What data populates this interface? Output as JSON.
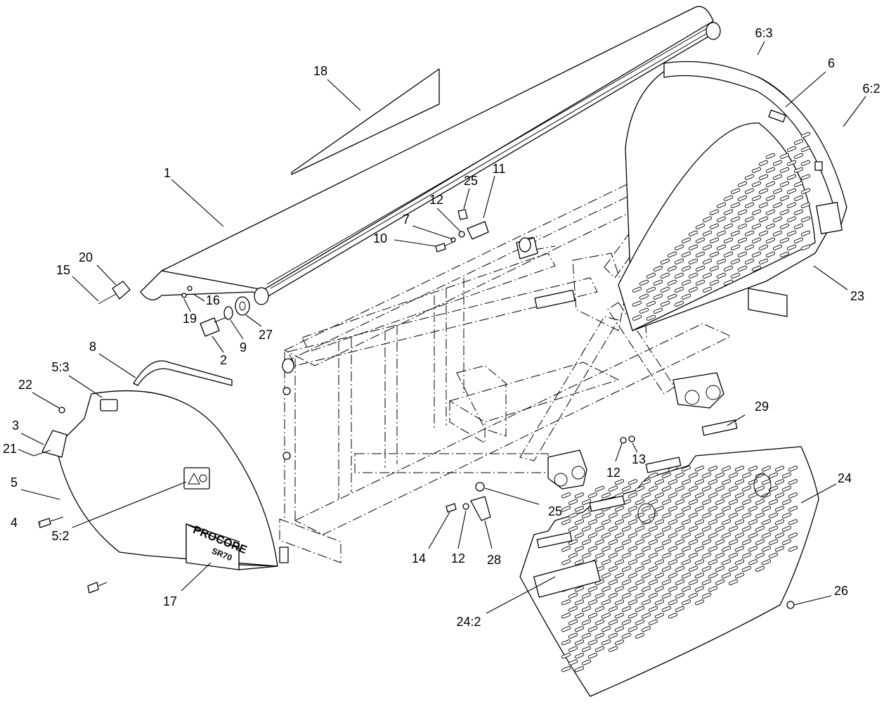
{
  "brand": {
    "name": "PROCORE",
    "model": "SR70"
  },
  "callouts": [
    {
      "id": "c1",
      "label": "1"
    },
    {
      "id": "c2",
      "label": "2"
    },
    {
      "id": "c3",
      "label": "3"
    },
    {
      "id": "c4",
      "label": "4"
    },
    {
      "id": "c5",
      "label": "5"
    },
    {
      "id": "c5-2",
      "label": "5:2"
    },
    {
      "id": "c5-3",
      "label": "5:3"
    },
    {
      "id": "c6",
      "label": "6"
    },
    {
      "id": "c6-2",
      "label": "6:2"
    },
    {
      "id": "c6-3",
      "label": "6:3"
    },
    {
      "id": "c7",
      "label": "7"
    },
    {
      "id": "c8",
      "label": "8"
    },
    {
      "id": "c9",
      "label": "9"
    },
    {
      "id": "c10",
      "label": "10"
    },
    {
      "id": "c11",
      "label": "11"
    },
    {
      "id": "c12a",
      "label": "12"
    },
    {
      "id": "c12b",
      "label": "12"
    },
    {
      "id": "c12c",
      "label": "12"
    },
    {
      "id": "c13",
      "label": "13"
    },
    {
      "id": "c14",
      "label": "14"
    },
    {
      "id": "c15",
      "label": "15"
    },
    {
      "id": "c16",
      "label": "16"
    },
    {
      "id": "c17",
      "label": "17"
    },
    {
      "id": "c18",
      "label": "18"
    },
    {
      "id": "c19",
      "label": "19"
    },
    {
      "id": "c20",
      "label": "20"
    },
    {
      "id": "c21",
      "label": "21"
    },
    {
      "id": "c22",
      "label": "22"
    },
    {
      "id": "c23",
      "label": "23"
    },
    {
      "id": "c24",
      "label": "24"
    },
    {
      "id": "c24-2",
      "label": "24:2"
    },
    {
      "id": "c25a",
      "label": "25"
    },
    {
      "id": "c25b",
      "label": "25"
    },
    {
      "id": "c26",
      "label": "26"
    },
    {
      "id": "c27",
      "label": "27"
    },
    {
      "id": "c28",
      "label": "28"
    },
    {
      "id": "c29",
      "label": "29"
    }
  ]
}
